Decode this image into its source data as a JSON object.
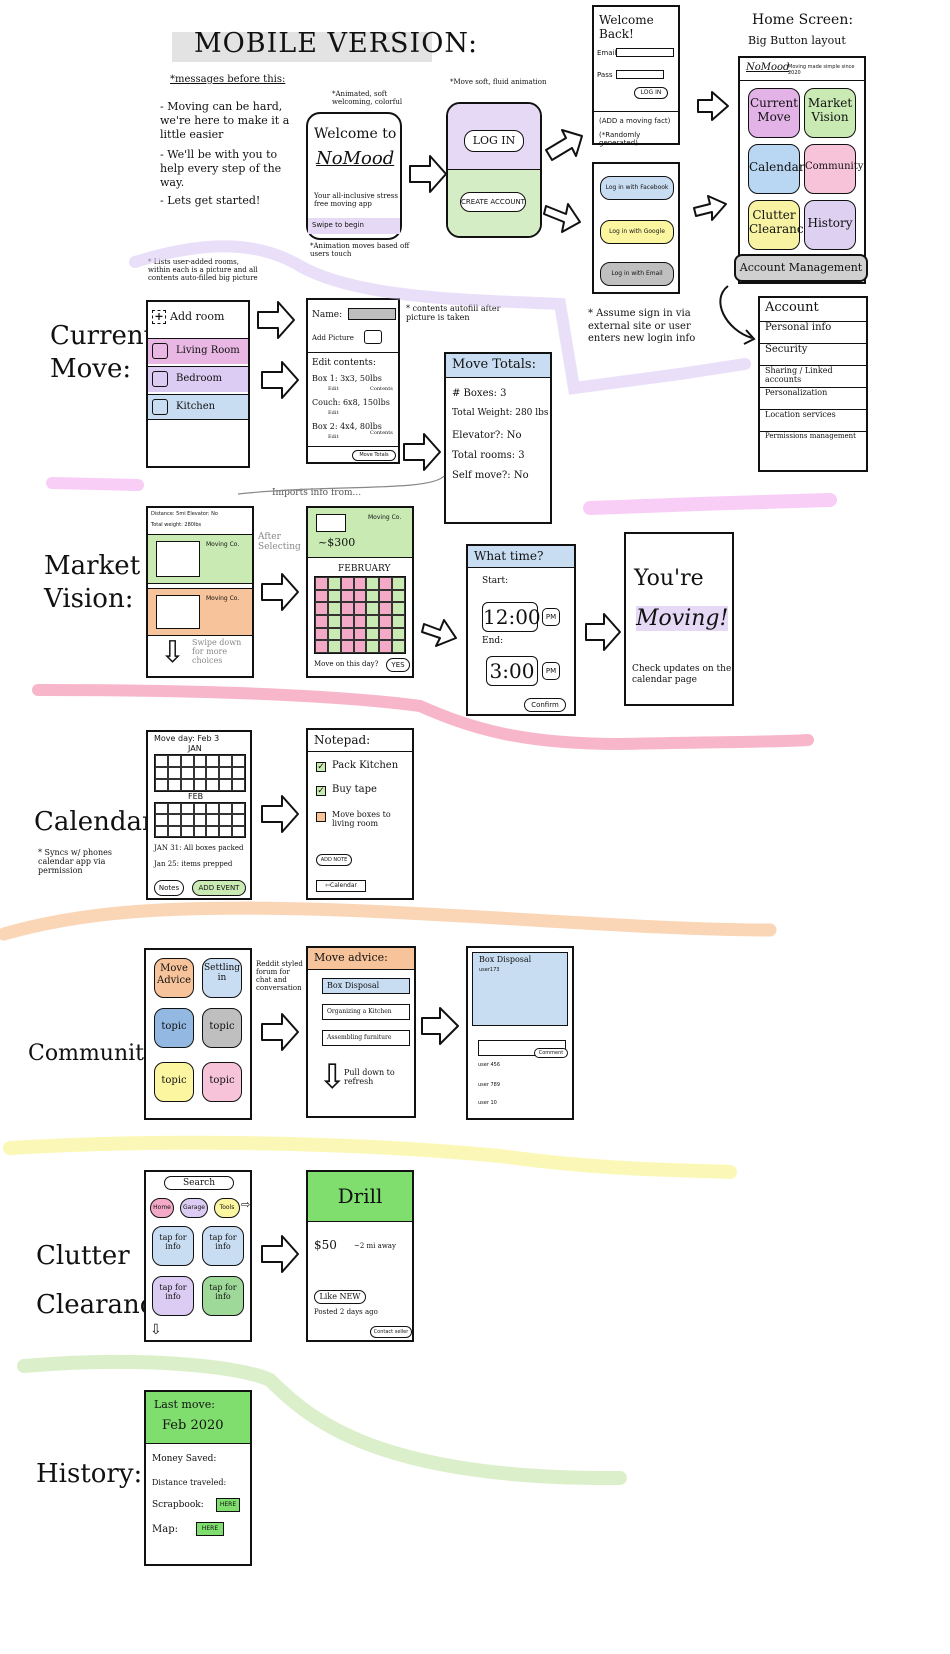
{
  "title": "MOBILE VERSION:",
  "intro": {
    "header": "*messages before this:",
    "lines": [
      "- Moving can be hard, we're here to make it a little easier",
      "- We'll be with you to help every step of the way.",
      "- Lets get started!"
    ]
  },
  "welcome": {
    "note": "*Animated, soft welcoming, colorful",
    "hello": "Welcome to",
    "brand": "NoMood",
    "tagline": "Your all-inclusive stress free moving app",
    "swipe": "Swipe to begin",
    "note2": "*Animation moves based off users touch"
  },
  "login": {
    "note": "*Move soft, fluid animation",
    "login": "LOG IN",
    "create": "CREATE ACCOUNT"
  },
  "welcome_back": {
    "title": "Welcome Back!",
    "email": "Email",
    "pass": "Pass",
    "login": "LOG IN",
    "add": "(ADD a moving fact)",
    "random": "(*Randomly generated)"
  },
  "social": {
    "fb": "Log in with Facebook",
    "google": "Log in with Google",
    "email": "Log in with Email",
    "note": "* Assume sign in via external site or user enters new login info"
  },
  "home": {
    "title": "Home Screen:",
    "subtitle": "Big Button layout",
    "brand": "NoMood",
    "sub": "Moving made simple since 2020",
    "tiles": [
      "Current Move",
      "Market Vision",
      "Calendar",
      "Community",
      "Clutter Clearance",
      "History"
    ],
    "acct": "Account Management"
  },
  "account": {
    "title": "Account",
    "items": [
      "Personal info",
      "Security",
      "Sharing / Linked accounts",
      "Personalization",
      "Location services",
      "Permissions management"
    ]
  },
  "section_labels": {
    "current": "Current Move:",
    "market": "Market Vision:",
    "calendar": "Calendar:",
    "community": "Community:",
    "clutter": "Clutter Clearance:",
    "history": "History:"
  },
  "current": {
    "note": "* Lists user-added rooms, within each is a picture and all contents auto-filled big picture",
    "add": "Add room",
    "rooms": [
      "Living Room",
      "Bedroom",
      "Kitchen"
    ],
    "name": "Name:",
    "add_pic": "Add Picture",
    "edit": "Edit contents:",
    "box1": "Box 1: 3x3, 50lbs",
    "couch": "Couch: 6x8, 150lbs",
    "box2": "Box 2: 4x4, 80lbs",
    "edit_small": "Edit",
    "contents": "Contents",
    "totals_btn": "Move Totals",
    "note2": "* contents autofill after picture is taken"
  },
  "totals": {
    "title": "Move Totals:",
    "rows": [
      "# Boxes: 3",
      "Total Weight: 280 lbs",
      "Elevator?: No",
      "Total rooms: 3",
      "Self move?: No"
    ],
    "imports": "Imports info from..."
  },
  "market": {
    "header1": "Distance: 5mi Elevator: No",
    "header2": "Total weight: 280lbs",
    "company": "Moving Co.",
    "price": "~$300",
    "after": "After Selecting",
    "swipe": "Swipe down for more choices",
    "month": "FEBRUARY",
    "question": "Move on this day?",
    "yes": "YES",
    "time_title": "What time?",
    "start": "Start:",
    "end": "End:",
    "t1": "12:00",
    "t2": "3:00",
    "pm": "PM",
    "confirm": "Confirm",
    "youre": "You're",
    "moving": "Moving!",
    "check": "Check updates on the calendar page"
  },
  "calendar": {
    "header": "Move day: Feb 3",
    "jan": "JAN",
    "feb": "FEB",
    "note1": "JAN 31: All boxes packed",
    "note2": "Jan 25: items prepped",
    "notes": "Notes",
    "add_event": "ADD EVENT",
    "note_side": "* Syncs w/ phones calendar app via permission",
    "pad": "Notepad:",
    "t1": "Pack Kitchen",
    "t2": "Buy tape",
    "t3": "Move boxes to living room",
    "add_note": "ADD NOTE",
    "back": "Calendar"
  },
  "community": {
    "tiles": [
      "Move Advice",
      "Settling in",
      "topic",
      "topic",
      "topic",
      "topic"
    ],
    "note": "Reddit styled forum for chat and conversation",
    "advice": "Move advice:",
    "threads": [
      "Box Disposal",
      "Organizing a Kitchen",
      "Assembling furniture"
    ],
    "pull": "Pull down to refresh",
    "post_title": "Box Disposal",
    "user": "user173",
    "comment": "Comment",
    "replies": [
      "user 456",
      "user 789",
      "user 10"
    ]
  },
  "clutter": {
    "search": "Search",
    "cats": [
      "Home",
      "Garage",
      "Tools"
    ],
    "tiles": [
      "tap for info",
      "tap for info",
      "tap for info",
      "tap for info"
    ],
    "item": "Drill",
    "price": "$50",
    "dist": "~2 mi away",
    "cond": "Like NEW",
    "posted": "Posted 2 days ago",
    "contact": "Contact seller"
  },
  "history": {
    "title": "Last move:",
    "date": "Feb 2020",
    "rows": [
      "Money Saved:",
      "Distance traveled:",
      "Scrapbook:",
      "Map:"
    ],
    "here": "HERE"
  },
  "colors": {
    "purple": "#e6d9f5",
    "green": "#d5edc4",
    "pink": "#f4a9c7",
    "orange": "#f6c39a",
    "yellow": "#fcf6a1",
    "lgreen": "#d7ecc1",
    "blue": "#c9ddf2",
    "grey": "#bfbfbf"
  }
}
